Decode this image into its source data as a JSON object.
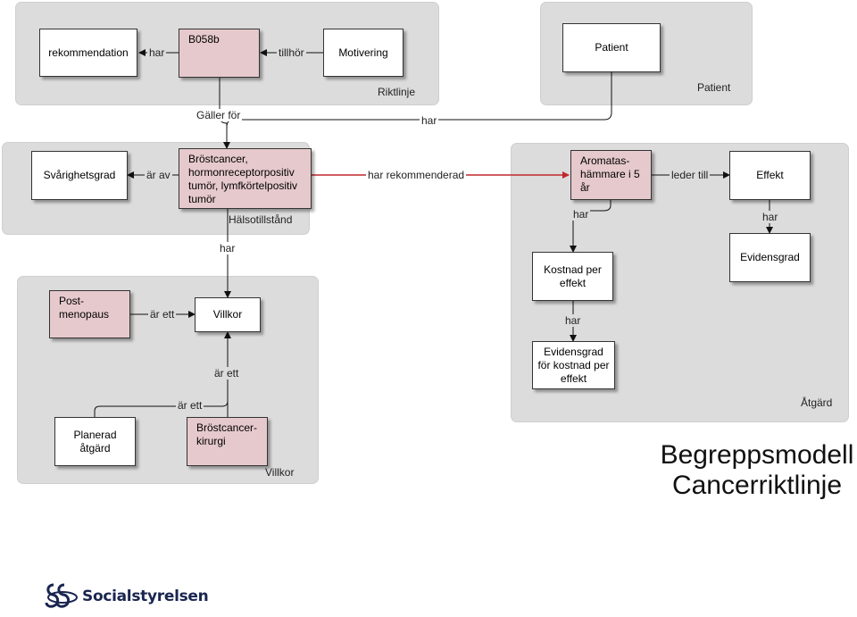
{
  "groups": {
    "riktlinje": "Riktlinje",
    "patient": "Patient",
    "halsotillstand": "Hälsotillstånd",
    "villkor": "Villkor",
    "atgard": "Åtgärd"
  },
  "boxes": {
    "rekommendation": "rekommendation",
    "b058b": "B058b",
    "motivering": "Motivering",
    "patient": "Patient",
    "svarighetsgrad": "Svårighetsgrad",
    "brostcancer": "Bröstcancer, hormonreceptorpositiv tumör, lymfkörtelpositiv tumör",
    "aromatas": "Aromatas-hämmare i 5 år",
    "effekt": "Effekt",
    "evidensgrad": "Evidensgrad",
    "kostnad": "Kostnad per effekt",
    "evidensgrad_kostnad": "Evidensgrad för kostnad per effekt",
    "postmenopaus": "Post-menopaus",
    "villkor": "Villkor",
    "planerad": "Planerad åtgärd",
    "kirurgi": "Bröstcancer-kirurgi"
  },
  "edges": {
    "har_rek": "har",
    "tillhor": "tillhör",
    "galler_for": "Gäller för",
    "har_patient": "har",
    "ar_av": "är av",
    "har_rekommenderad": "har rekommenderad",
    "leder_till": "leder till",
    "har_aromatas": "har",
    "har_effekt": "har",
    "har_kostnad": "har",
    "har_halsa": "har",
    "ar_ett_post": "är ett",
    "ar_ett_upper": "är ett",
    "ar_ett_lower": "är ett"
  },
  "title": {
    "line1": "Begreppsmodell",
    "line2": "Cancerriktlinje"
  },
  "logo": "Socialstyrelsen",
  "colors": {
    "group_bg": "#dcdcdc",
    "pink": "#e6c9cc",
    "accent_arrow": "#c0282d"
  }
}
